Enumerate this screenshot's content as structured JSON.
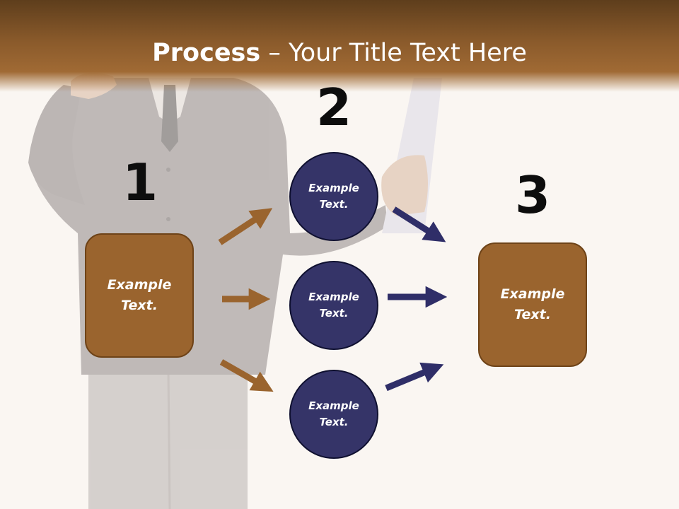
{
  "title": {
    "bold": "Process",
    "rest": " – Your Title Text Here"
  },
  "steps": [
    "1",
    "2",
    "3"
  ],
  "left_box": "Example Text.",
  "circles": [
    "Example Text.",
    "Example Text.",
    "Example Text."
  ],
  "right_box": "Example Text.",
  "colors": {
    "header": "#8a5a2b",
    "box": "#9a642e",
    "circle": "#353468",
    "arrow_brown": "#9a642e",
    "arrow_navy": "#2f2e68"
  }
}
